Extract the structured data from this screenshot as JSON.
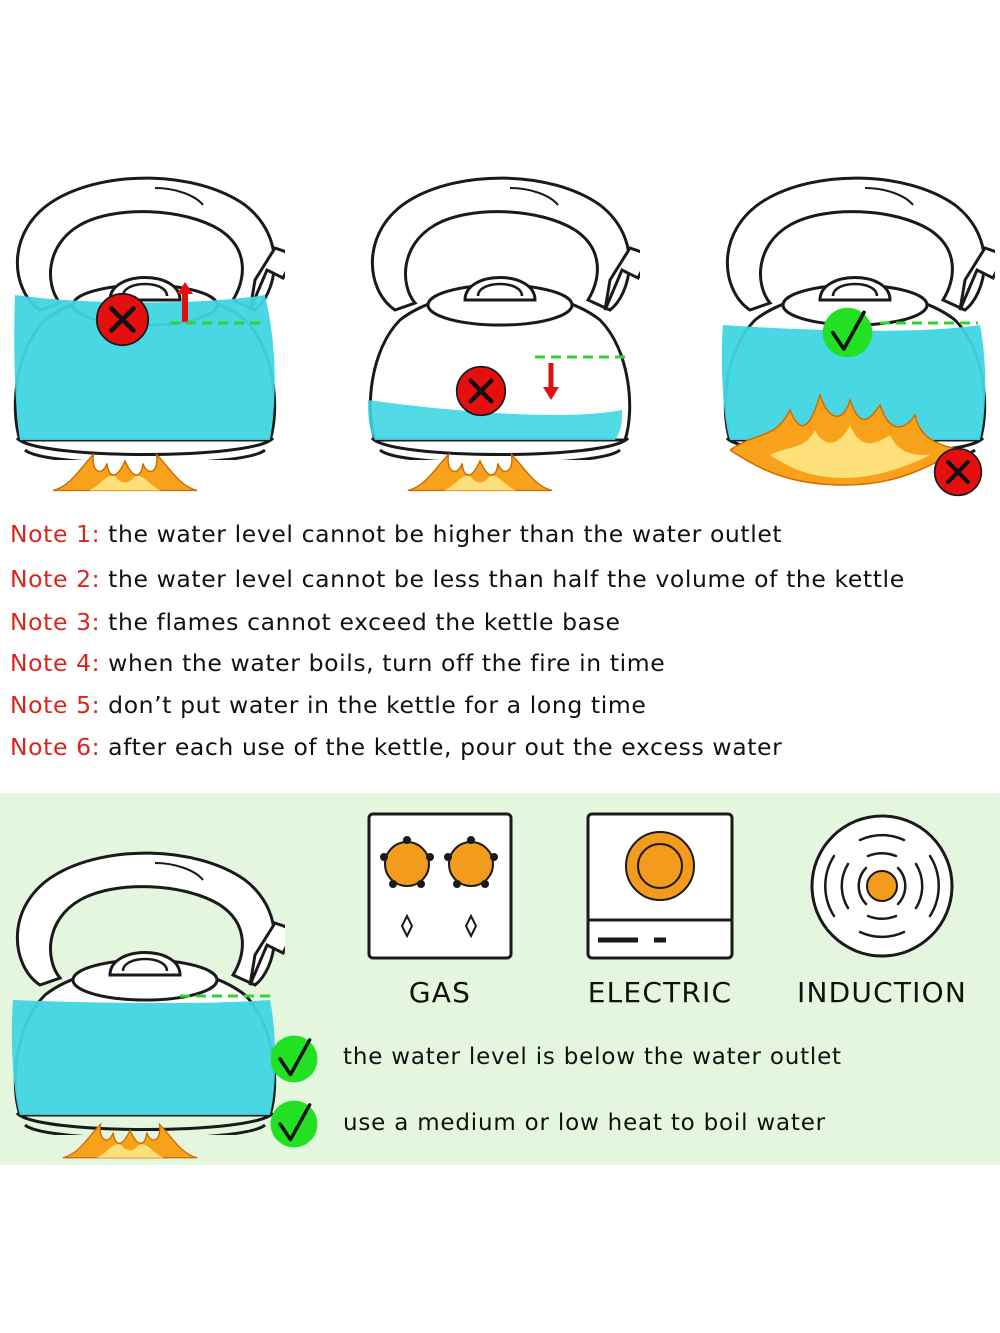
{
  "notes": [
    {
      "label": "Note 1:",
      "text": "the water level cannot be higher than the water outlet"
    },
    {
      "label": "Note 2:",
      "text": "the water level cannot be less than half the volume of the kettle"
    },
    {
      "label": "Note 3:",
      "text": "the flames cannot exceed the kettle base"
    },
    {
      "label": "Note 4:",
      "text": "when the water boils, turn off the fire in time"
    },
    {
      "label": "Note 5:",
      "text": "don’t put water in the kettle for a long time"
    },
    {
      "label": "Note 6:",
      "text": "after each use of the kettle, pour out the excess water"
    }
  ],
  "stoves": [
    {
      "label": "GAS",
      "icon": "gas-stove-icon"
    },
    {
      "label": "ELECTRIC",
      "icon": "electric-stove-icon"
    },
    {
      "label": "INDUCTION",
      "icon": "induction-stove-icon"
    }
  ],
  "tips": [
    {
      "text": "the water level is below the water outlet",
      "icon": "check-icon"
    },
    {
      "text": "use a medium or low heat to boil water",
      "icon": "check-icon"
    }
  ],
  "colors": {
    "water": "#3fd5e3",
    "note_label": "#d9261c",
    "cross": "#e60f0f",
    "check": "#22e022",
    "flame": "#f7a21a",
    "panel": "#e5f6df",
    "stove_orange": "#f39b1c"
  }
}
